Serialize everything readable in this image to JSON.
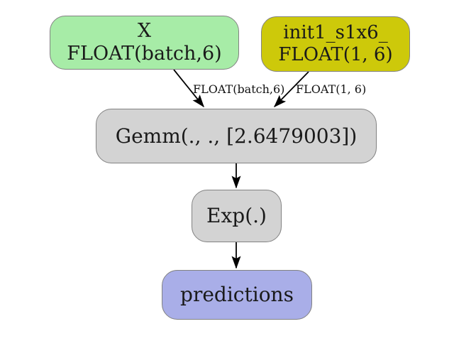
{
  "diagram": {
    "background_color": "#ffffff",
    "nodes": {
      "input_x": {
        "line1": "X",
        "line2": "FLOAT(batch,6)",
        "fill": "#a7eca7"
      },
      "initializer": {
        "line1": "init1_s1x6_",
        "line2": "FLOAT(1, 6)",
        "fill": "#cdc90a"
      },
      "gemm": {
        "label": "Gemm(., ., [2.6479003])",
        "fill": "#d3d3d3"
      },
      "exp": {
        "label": "Exp(.)",
        "fill": "#d3d3d3"
      },
      "output": {
        "label": "predictions",
        "fill": "#a9aee8"
      }
    },
    "edge_labels": {
      "x_to_gemm": "FLOAT(batch,6)",
      "init_to_gemm": "FLOAT(1, 6)"
    },
    "edge_color": "#000000"
  }
}
